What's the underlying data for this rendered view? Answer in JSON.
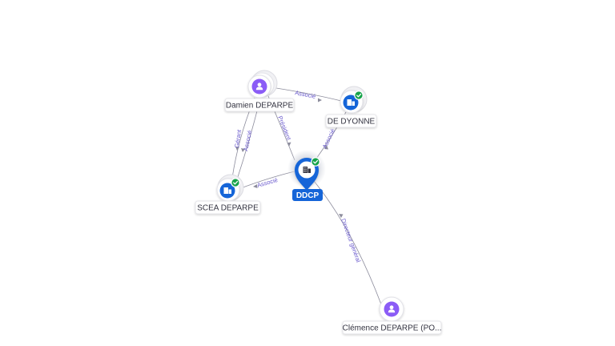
{
  "colors": {
    "person": "#8b5cf6",
    "company": "#1565d8",
    "verified": "#16a34a",
    "edge": "#8c8c9c",
    "edge_label": "#6a5acd"
  },
  "nodes": {
    "ddcp": {
      "label": "DDCP",
      "icon": "building-icon",
      "badge": "check-icon"
    },
    "damien": {
      "label": "Damien DEPARPE",
      "icon": "person-icon"
    },
    "dyonne": {
      "label": "DE DYONNE",
      "icon": "building-icon",
      "badge": "check-icon"
    },
    "scea": {
      "label": "SCEA DEPARPE",
      "icon": "building-icon",
      "badge": "check-icon"
    },
    "clemence": {
      "label": "Clémence DEPARPE (PO...",
      "icon": "person-icon"
    }
  },
  "edges": {
    "damien_dyonne": "Associé",
    "damien_ddcp": "Président",
    "damien_scea_gerant": "Gérant",
    "damien_scea_associe": "Associé",
    "dyonne_ddcp": "Associé",
    "scea_ddcp": "Associé",
    "ddcp_clemence": "Directeur général"
  }
}
